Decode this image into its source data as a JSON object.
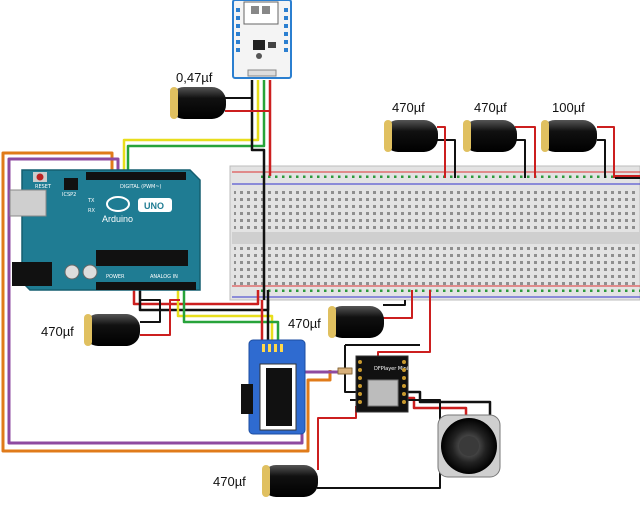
{
  "labels": {
    "cap_047": "0,47µf",
    "cap_top1": "470µf",
    "cap_top2": "470µf",
    "cap_top3": "100µf",
    "cap_left": "470µf",
    "cap_mid": "470µf",
    "cap_bottom": "470µf"
  },
  "arduino": {
    "brand": "Arduino",
    "model": "UNO",
    "reset": "RESET",
    "icsp": "ICSP2",
    "digital": "DIGITAL (PWM~)",
    "tx": "TX",
    "rx": "RX",
    "analog": "ANALOG IN",
    "power": "POWER"
  },
  "dfplayer": {
    "title": "DFPlayer Mini"
  },
  "colors": {
    "board": "#1f7c93",
    "red": "#cc1f1f",
    "black": "#111111",
    "yellow": "#e8de1c",
    "green": "#27a33a",
    "orange": "#e07b1a",
    "purple": "#8e4aa0",
    "breadboard": "#d9d9d9",
    "cap_stripe": "#e0c060"
  },
  "icons": [
    "capacitor-icon",
    "speaker-icon",
    "wifi-module-icon",
    "oled-module-icon"
  ]
}
